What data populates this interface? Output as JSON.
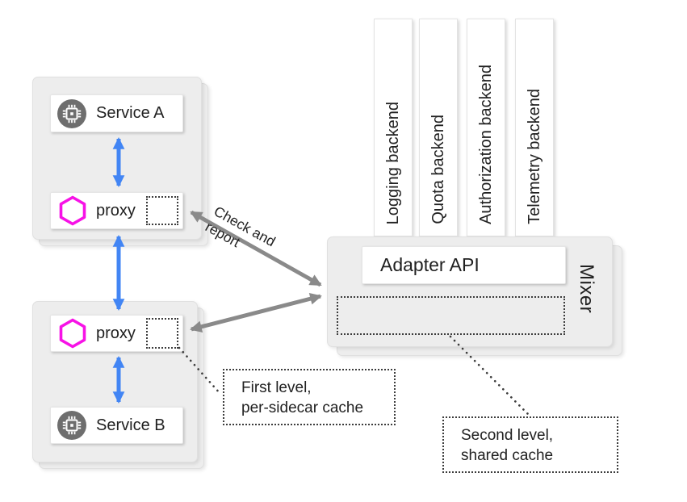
{
  "nodes": {
    "service_a": "Service A",
    "proxy_a": "proxy",
    "proxy_b": "proxy",
    "service_b": "Service B",
    "adapter_api": "Adapter API",
    "mixer": "Mixer"
  },
  "backends": [
    {
      "label": "Logging backend"
    },
    {
      "label": "Quota backend"
    },
    {
      "label": "Authorization backend"
    },
    {
      "label": "Telemetry backend"
    }
  ],
  "annotations": {
    "check_report": {
      "line1": "Check and",
      "line2": "report"
    },
    "first_level": {
      "line1": "First level,",
      "line2": "per-sidecar cache"
    },
    "second_level": {
      "line1": "Second level,",
      "line2": "shared cache"
    }
  },
  "icons": {
    "service": "chip-icon",
    "proxy": "hexagon-icon"
  },
  "colors": {
    "flow_arrow_blue": "#4285f4",
    "check_report_arrow_gray": "#8a8a8a",
    "proxy_hexagon_magenta": "#f712e6",
    "service_icon_gray": "#6e6e6e",
    "panel_gray": "#ededed",
    "dotted_line": "#3c3c3c"
  }
}
